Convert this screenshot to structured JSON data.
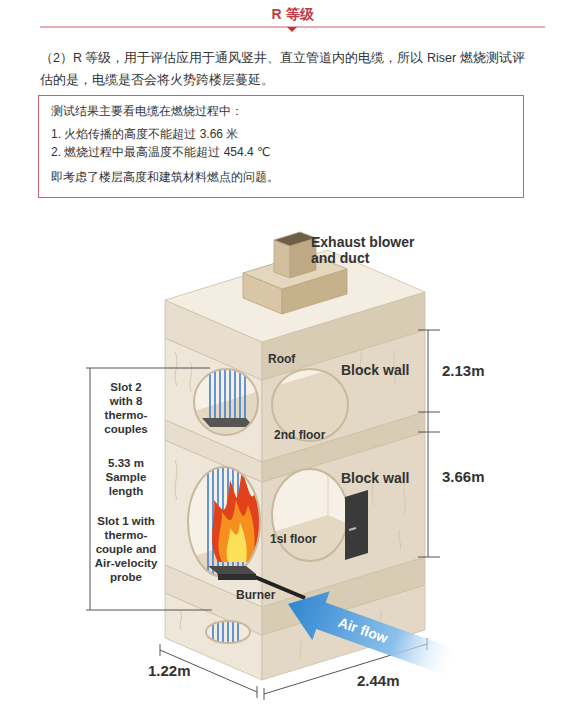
{
  "diagram": {
    "title": "R 等级",
    "nodes": [
      {
        "text": [
          "测试结果主要看电缆在燃烧过程中：",
          "1. 火焰传播的高度不能超过 3.66 米",
          "2. 燃烧过程中最高温度不能超过 454.4 ℃",
          "即考虑了楼层高度和建筑材料燃点的问题。"
        ]
      }
    ],
    "labels": [
      "（2）R 等级，用于评估应用于通风竖井、直立管道内的电缆，所以 Riser 燃烧测试评估的是，电缆是否会将火势跨楼层蔓延。",
      "Exhaust blower and duct",
      "Roof",
      "Block wall",
      "2.13m",
      "Slot 2 with 8 thermo- couples",
      "2nd floor",
      "5.33 m Sample length",
      "Block wall",
      "3.66m",
      "Slot 1 with thermo- couple and Air-velocity probe",
      "1sl floor",
      "Burner",
      "Air flow",
      "1.22m",
      "2.44m"
    ]
  }
}
